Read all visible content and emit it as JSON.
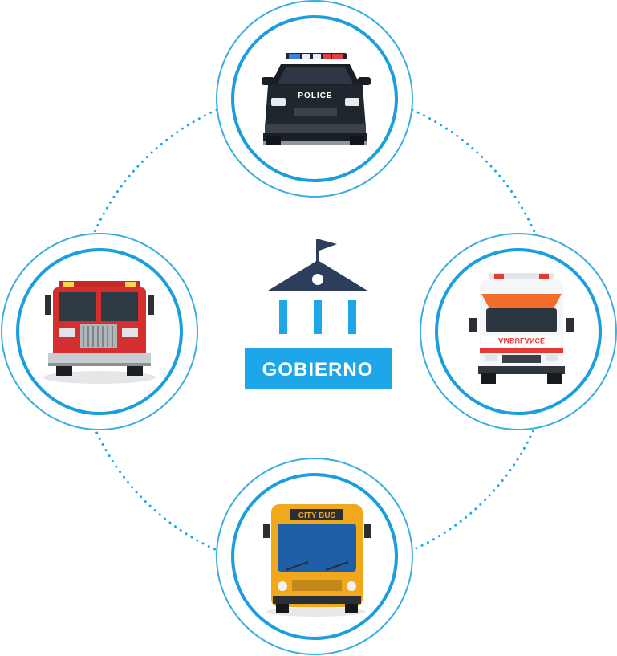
{
  "center": {
    "label": "GOBIERNO",
    "icon": "government-building-icon"
  },
  "nodes": [
    {
      "id": "police",
      "icon": "police-car-icon",
      "text": "POLICE"
    },
    {
      "id": "ambulance",
      "icon": "ambulance-icon",
      "text": "AMBULANCE"
    },
    {
      "id": "bus",
      "icon": "city-bus-icon",
      "text": "CITY BUS"
    },
    {
      "id": "fire",
      "icon": "fire-truck-icon",
      "text": ""
    }
  ],
  "colors": {
    "accent": "#1ea7e8",
    "ring_outer": "#3aaee0",
    "ring_inner": "#1b9ee0",
    "building": "#2c3e5c",
    "label_bg": "#1ea7e8",
    "label_text": "#ffffff"
  }
}
